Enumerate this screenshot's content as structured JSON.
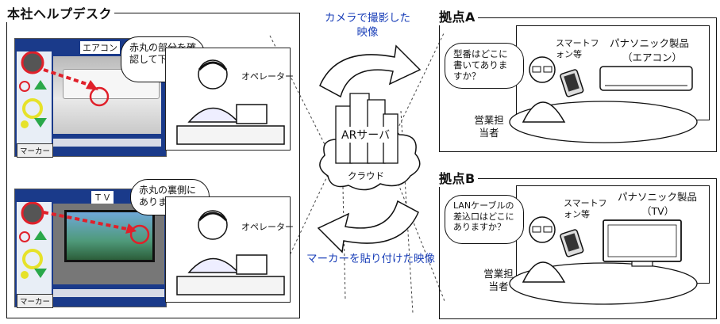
{
  "hq": {
    "title": "本社ヘルプデスク",
    "top": {
      "screen_label": "エアコン",
      "bubble": "赤丸の部分を確認して下さい。",
      "operator": "オペレーター",
      "marker": "マーカー"
    },
    "bottom": {
      "screen_label": "ＴＶ",
      "bubble": "赤丸の裏側にあります。",
      "operator": "オペレーター",
      "marker": "マーカー"
    }
  },
  "center": {
    "top_caption": "カメラで撮影した映像",
    "bottom_caption": "マーカーを貼り付けた映像",
    "server": "ARサーバ",
    "cloud": "クラウド"
  },
  "site_a": {
    "title": "拠点A",
    "bubble": "型番はどこに書いてありますか？",
    "phone": "スマートフォン等",
    "product": "パナソニック製品",
    "product_type": "（エアコン）",
    "person": "営業担当者"
  },
  "site_b": {
    "title": "拠点B",
    "bubble": "LANケーブルの差込口はどこにありますか？",
    "phone": "スマートフォン等",
    "product": "パナソニック製品",
    "product_type": "（TV）",
    "person": "営業担当者"
  },
  "colors": {
    "caption_blue": "#1a3fb8",
    "marker_red": "#e0202a",
    "arrow_green": "#2aa84a",
    "circle_yellow": "#e6e22a"
  }
}
